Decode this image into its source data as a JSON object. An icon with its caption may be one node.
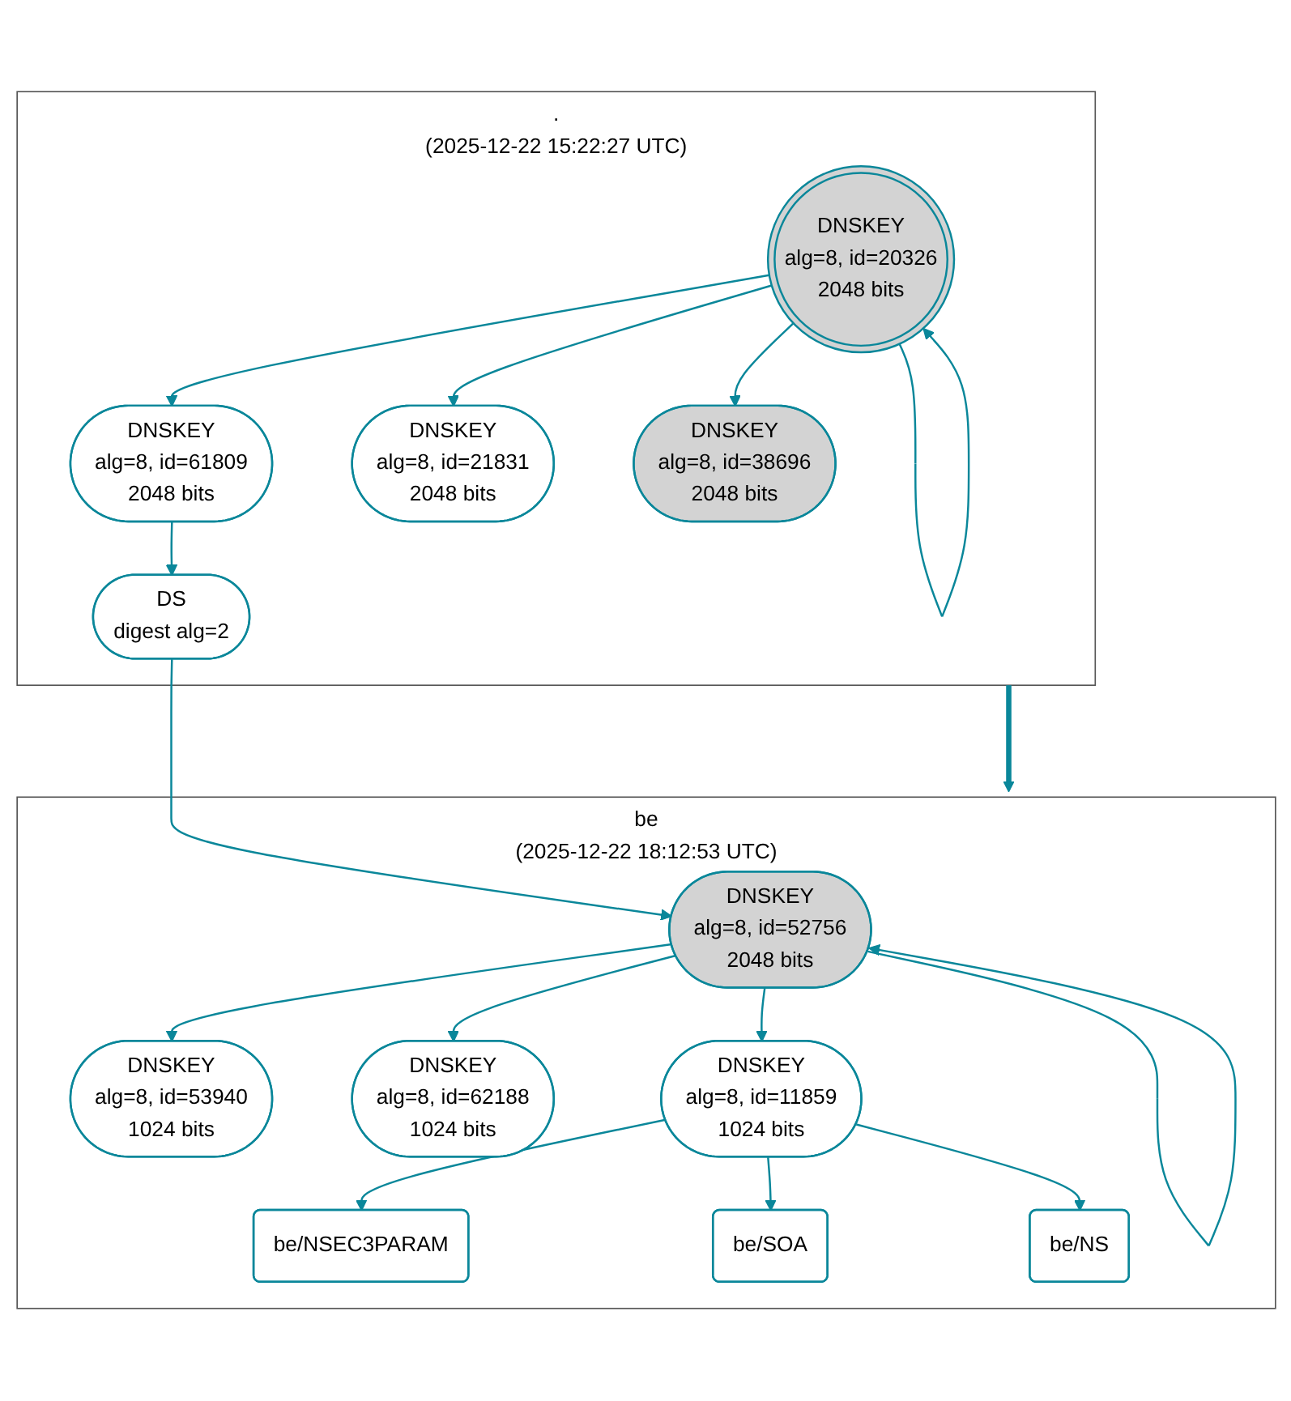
{
  "diagram": {
    "nodes": [
      {
        "text": [
          ".",
          "(2025-12-22 15:22:27 UTC)"
        ]
      },
      {
        "text": [
          "DNSKEY",
          "alg=8, id=20326",
          "2048 bits"
        ],
        "in": 0
      },
      {
        "text": [
          "DNSKEY",
          "alg=8, id=61809",
          "2048 bits"
        ],
        "in": 0
      },
      {
        "text": [
          "DNSKEY",
          "alg=8, id=21831",
          "2048 bits"
        ],
        "in": 0
      },
      {
        "text": [
          "DNSKEY",
          "alg=8, id=38696",
          "2048 bits"
        ],
        "in": 0
      },
      {
        "text": [
          "DS",
          "digest alg=2"
        ],
        "in": 0
      },
      {
        "text": [
          "be",
          "(2025-12-22 18:12:53 UTC)"
        ]
      },
      {
        "text": [
          "DNSKEY",
          "alg=8, id=52756",
          "2048 bits"
        ],
        "in": 6
      },
      {
        "text": [
          "DNSKEY",
          "alg=8, id=53940",
          "1024 bits"
        ],
        "in": 6
      },
      {
        "text": [
          "DNSKEY",
          "alg=8, id=62188",
          "1024 bits"
        ],
        "in": 6
      },
      {
        "text": [
          "DNSKEY",
          "alg=8, id=11859",
          "1024 bits"
        ],
        "in": 6
      },
      {
        "text": [
          "be/NSEC3PARAM"
        ],
        "in": 6
      },
      {
        "text": [
          "be/SOA"
        ],
        "in": 6
      },
      {
        "text": [
          "be/NS"
        ],
        "in": 6
      }
    ],
    "edges": [
      {
        "from": 1,
        "to": 1,
        "arrow": "to"
      },
      {
        "from": 1,
        "to": 2,
        "arrow": "to"
      },
      {
        "from": 1,
        "to": 3,
        "arrow": "to"
      },
      {
        "from": 1,
        "to": 4,
        "arrow": "to"
      },
      {
        "from": 2,
        "to": 5,
        "arrow": "to"
      },
      {
        "from": 5,
        "to": 7,
        "arrow": "to"
      },
      {
        "from": 0,
        "to": 6,
        "arrow": "to",
        "style": "thick"
      },
      {
        "from": 7,
        "to": 7,
        "arrow": "to"
      },
      {
        "from": 7,
        "to": 8,
        "arrow": "to"
      },
      {
        "from": 7,
        "to": 9,
        "arrow": "to"
      },
      {
        "from": 7,
        "to": 10,
        "arrow": "to"
      },
      {
        "from": 10,
        "to": 11,
        "arrow": "to"
      },
      {
        "from": 10,
        "to": 12,
        "arrow": "to"
      },
      {
        "from": 10,
        "to": 13,
        "arrow": "to"
      }
    ]
  }
}
